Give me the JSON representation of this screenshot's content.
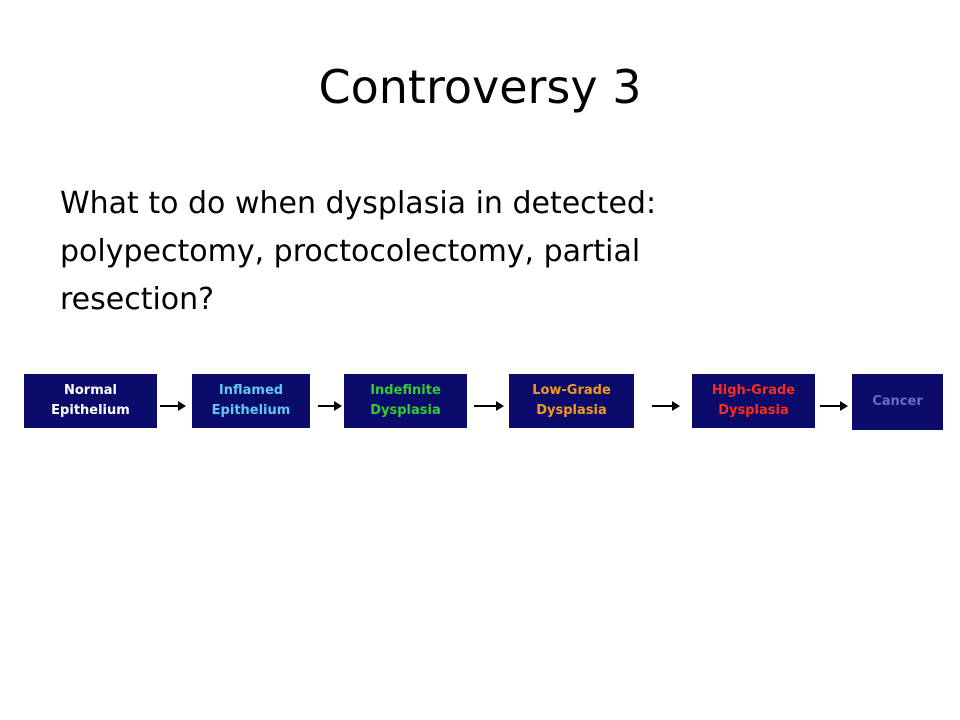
{
  "title": "Controversy 3",
  "body_text": "What to do when dysplasia in detected: polypectomy, proctocolectomy, partial resection?",
  "flow": {
    "stages": [
      {
        "line1": "Normal",
        "line2": "Epithelium",
        "color": "#ffffff"
      },
      {
        "line1": "Inflamed",
        "line2": "Epithelium",
        "color": "#5ec8f0"
      },
      {
        "line1": "Indefinite",
        "line2": "Dysplasia",
        "color": "#33cc33"
      },
      {
        "line1": "Low-Grade",
        "line2": "Dysplasia",
        "color": "#f39a1e"
      },
      {
        "line1": "High-Grade",
        "line2": "Dysplasia",
        "color": "#ff2a1a"
      },
      {
        "line1": "Cancer",
        "line2": "",
        "color": "#6b6bc0"
      }
    ],
    "box_color": "#0b0b6b"
  }
}
